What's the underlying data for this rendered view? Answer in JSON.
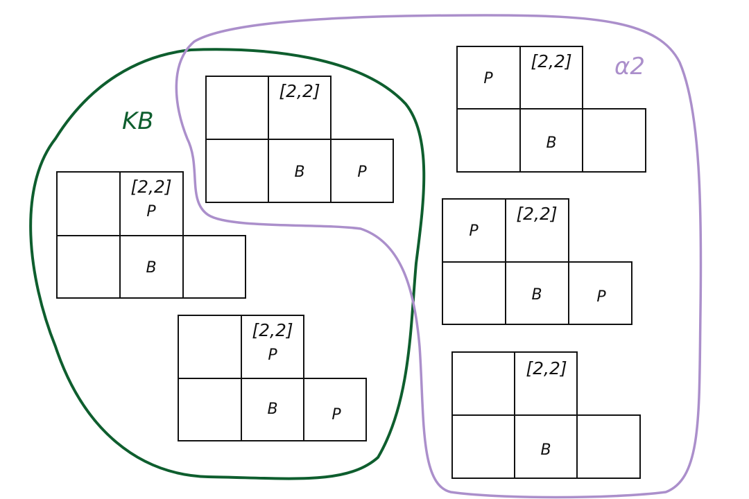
{
  "sets": {
    "kb": {
      "label": "KB",
      "color": "#0e5e2e"
    },
    "alpha": {
      "label": "α2",
      "color": "#ab8fcb"
    }
  },
  "worlds": [
    {
      "id": "w1",
      "cells": {
        "top_left": "",
        "top_center_coord": "[2,2]",
        "top_center": "",
        "bottom_left": "",
        "bottom_center": "B",
        "bottom_right": "P"
      }
    },
    {
      "id": "w2",
      "cells": {
        "top_left": "",
        "top_center_coord": "[2,2]",
        "top_center": "P",
        "bottom_left": "",
        "bottom_center": "B",
        "bottom_right": ""
      }
    },
    {
      "id": "w3",
      "cells": {
        "top_left": "",
        "top_center_coord": "[2,2]",
        "top_center": "P",
        "bottom_left": "",
        "bottom_center": "B",
        "bottom_right": "P"
      }
    },
    {
      "id": "w4",
      "cells": {
        "top_left": "P",
        "top_center_coord": "[2,2]",
        "top_center": "",
        "bottom_left": "",
        "bottom_center": "B",
        "bottom_right": ""
      }
    },
    {
      "id": "w5",
      "cells": {
        "top_left": "P",
        "top_center_coord": "[2,2]",
        "top_center": "",
        "bottom_left": "",
        "bottom_center": "B",
        "bottom_right": "P"
      }
    },
    {
      "id": "w6",
      "cells": {
        "top_left": "",
        "top_center_coord": "[2,2]",
        "top_center": "",
        "bottom_left": "",
        "bottom_center": "B",
        "bottom_right": ""
      }
    }
  ]
}
